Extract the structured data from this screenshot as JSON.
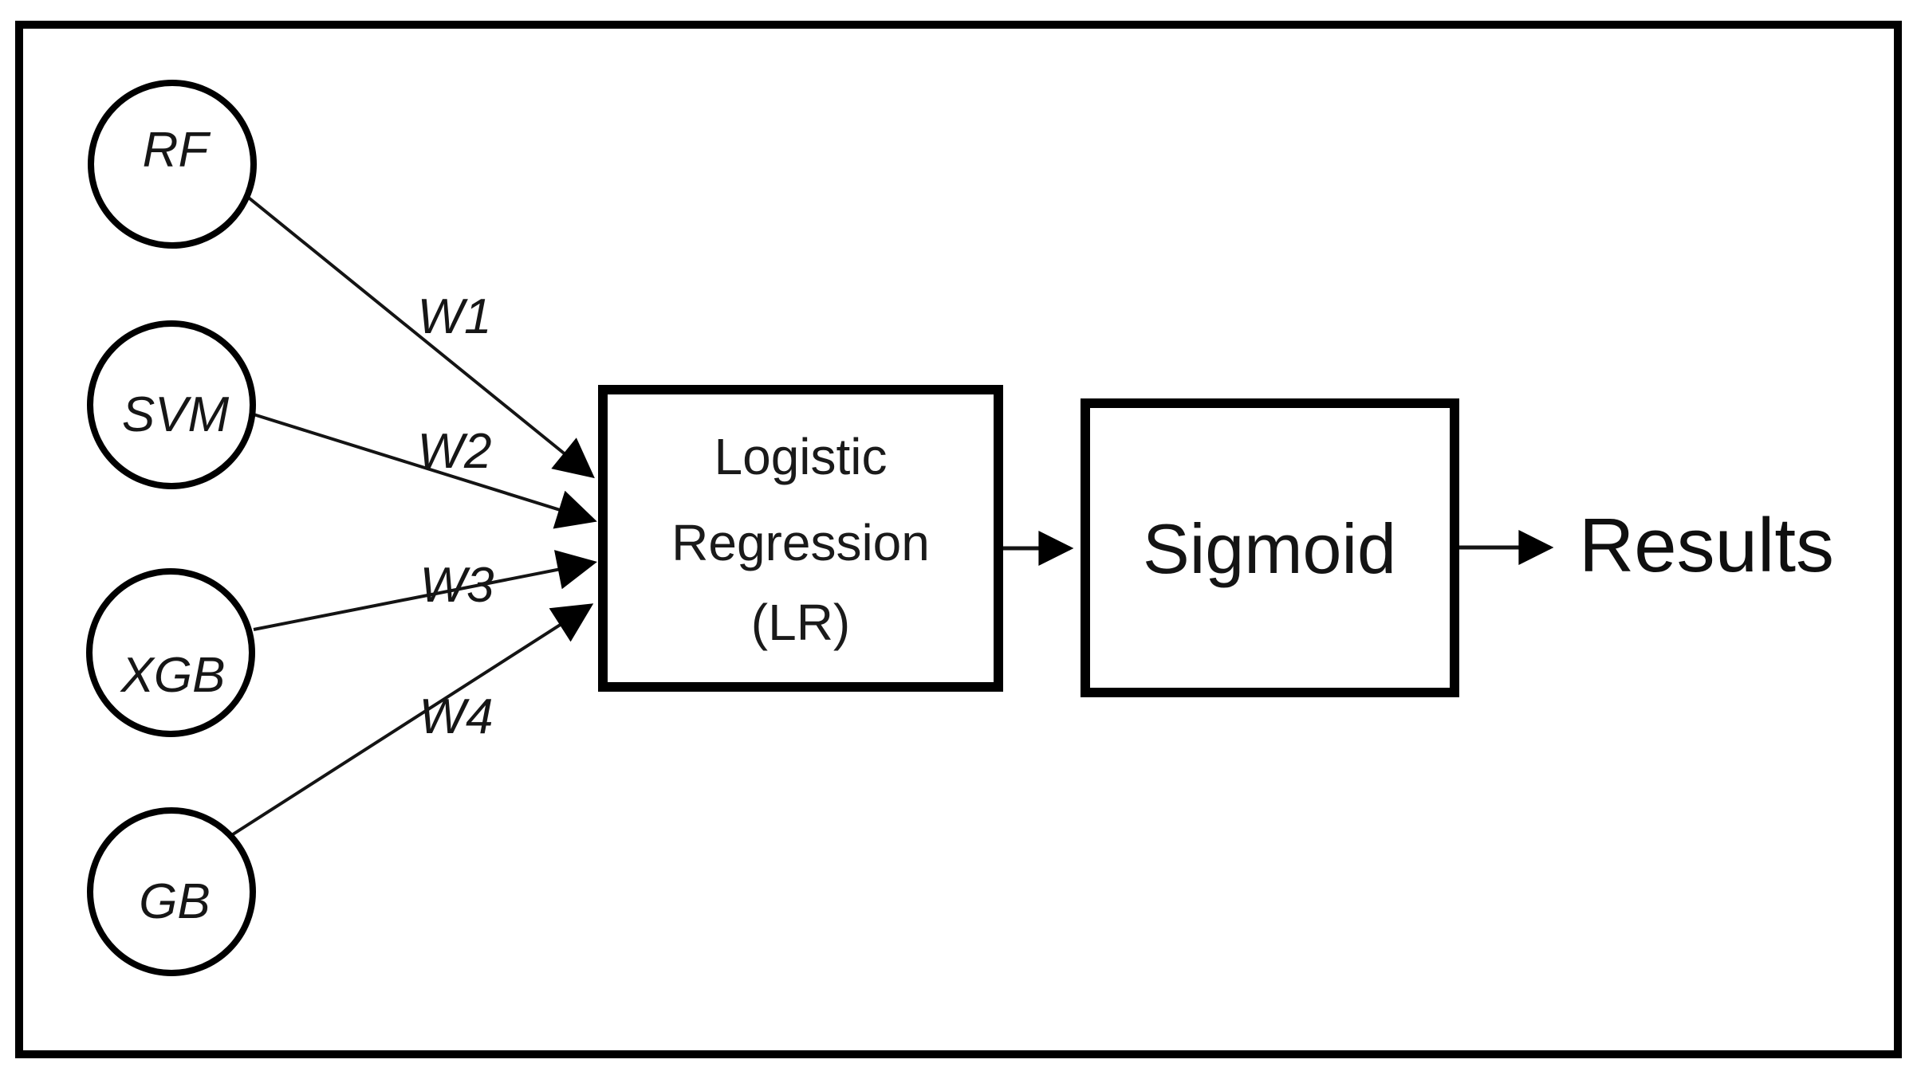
{
  "colors": {
    "ink": "#000000",
    "background": "#ffffff"
  },
  "diagram": {
    "models": [
      {
        "label": "RF"
      },
      {
        "label": "SVM"
      },
      {
        "label": "XGB"
      },
      {
        "label": "GB"
      }
    ],
    "weights": [
      {
        "label": "W1"
      },
      {
        "label": "W2"
      },
      {
        "label": "W3"
      },
      {
        "label": "W4"
      }
    ],
    "lr_box": {
      "line1": "Logistic",
      "line2": "Regression",
      "line3": "(LR)"
    },
    "sigmoid_box": {
      "label": "Sigmoid"
    },
    "output": {
      "label": "Results"
    }
  }
}
